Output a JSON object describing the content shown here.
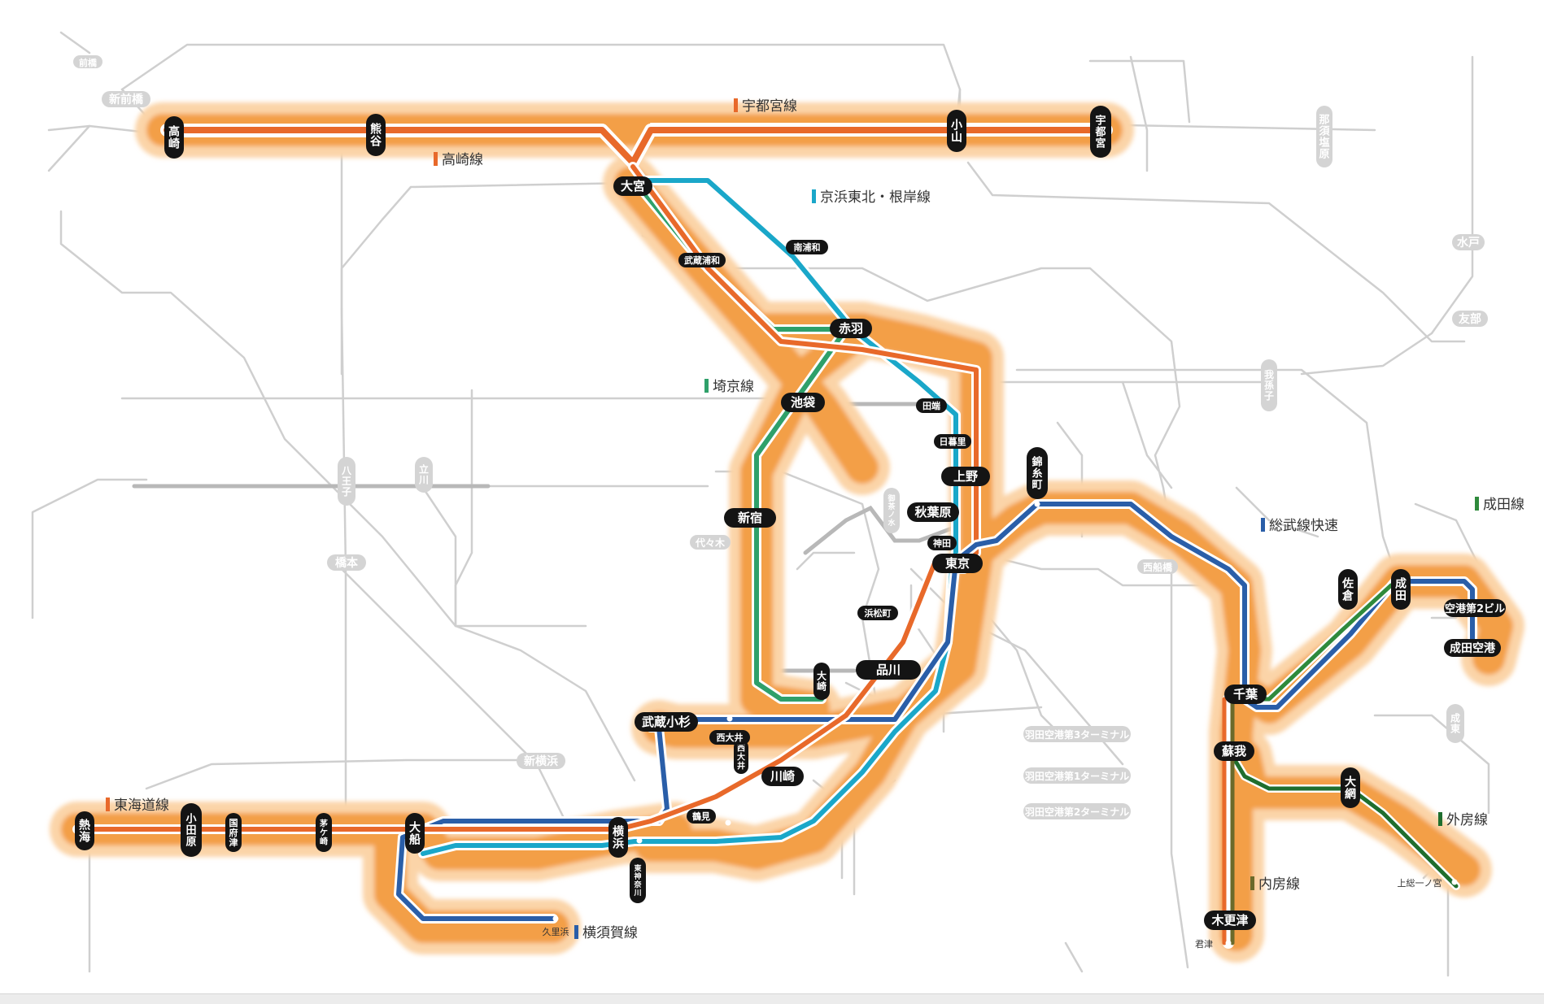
{
  "colors": {
    "background": "#ffffff",
    "glow": "#f39a3c",
    "glow_light": "#fbd4a8",
    "orange_line": "#e8692a",
    "keihin_tohoku": "#1aa7c9",
    "saikyo": "#2fa06a",
    "sobu": "#2a5ea8",
    "yokosuka": "#2a5ea8",
    "narita": "#2f8a3c",
    "sotobo": "#1f6e2e",
    "uchibo": "#6b6a2a",
    "gray_line": "#cfcfcf",
    "station_black": "#141414",
    "label_gray": "#d4d4d4"
  },
  "legend": {
    "utsunomiya": "宇都宮線",
    "takasaki": "高崎線",
    "keihin": "京浜東北・根岸線",
    "saikyo": "埼京線",
    "sobu": "総武線快速",
    "narita": "成田線",
    "tokaido": "東海道線",
    "yokosuka": "横須賀線",
    "uchibo": "内房線",
    "sotobo": "外房線"
  },
  "stations": {
    "takasaki": "高崎",
    "kumagaya": "熊谷",
    "oyama": "小山",
    "utsunomiya": "宇都宮",
    "omiya": "大宮",
    "minami_urawa": "南浦和",
    "musashi_urawa": "武蔵浦和",
    "akabane": "赤羽",
    "ikebukuro": "池袋",
    "tabata": "田端",
    "nippori": "日暮里",
    "ueno": "上野",
    "akihabara": "秋葉原",
    "kanda": "神田",
    "tokyo": "東京",
    "shinjuku": "新宿",
    "hamamatsucho": "浜松町",
    "shinagawa": "品川",
    "osaki": "大崎",
    "musashi_kosugi": "武蔵小杉",
    "nishi_oi": "西大井",
    "kawasaki": "川崎",
    "tsurumi": "鶴見",
    "yokohama": "横浜",
    "higashi_kanagawa": "東神奈川",
    "ofuna": "大船",
    "chigasaki": "茅ケ崎",
    "kozu": "国府津",
    "odawara": "小田原",
    "atami": "熱海",
    "kurihama": "久里浜",
    "kinshicho": "錦糸町",
    "chiba": "千葉",
    "soga": "蘇我",
    "kisarazu": "木更津",
    "kimitsu": "君津",
    "sakura": "佐倉",
    "narita": "成田",
    "airport2": "空港第2ビル",
    "narita_airport": "成田空港",
    "oami": "大網",
    "kazusa_ichinomiya": "上総一ノ宮"
  },
  "gray_labels": {
    "shinmaebashi": "新前橋",
    "maebashi": "前橋",
    "nasushiobara": "那須塩原",
    "mito": "水戸",
    "tomobe": "友部",
    "toride": "我孫子",
    "hachioji": "八王子",
    "tachikawa": "立川",
    "hashimoto": "橋本",
    "shin_yokohama": "新横浜",
    "yoyogi": "代々木",
    "ochanomizu": "御茶ノ水",
    "nishifunabashi": "西船橋",
    "haneda3": "羽田空港第3ターミナル",
    "haneda1": "羽田空港第1ターミナル",
    "haneda2": "羽田空港第2ターミナル",
    "narita_town": "成東"
  }
}
